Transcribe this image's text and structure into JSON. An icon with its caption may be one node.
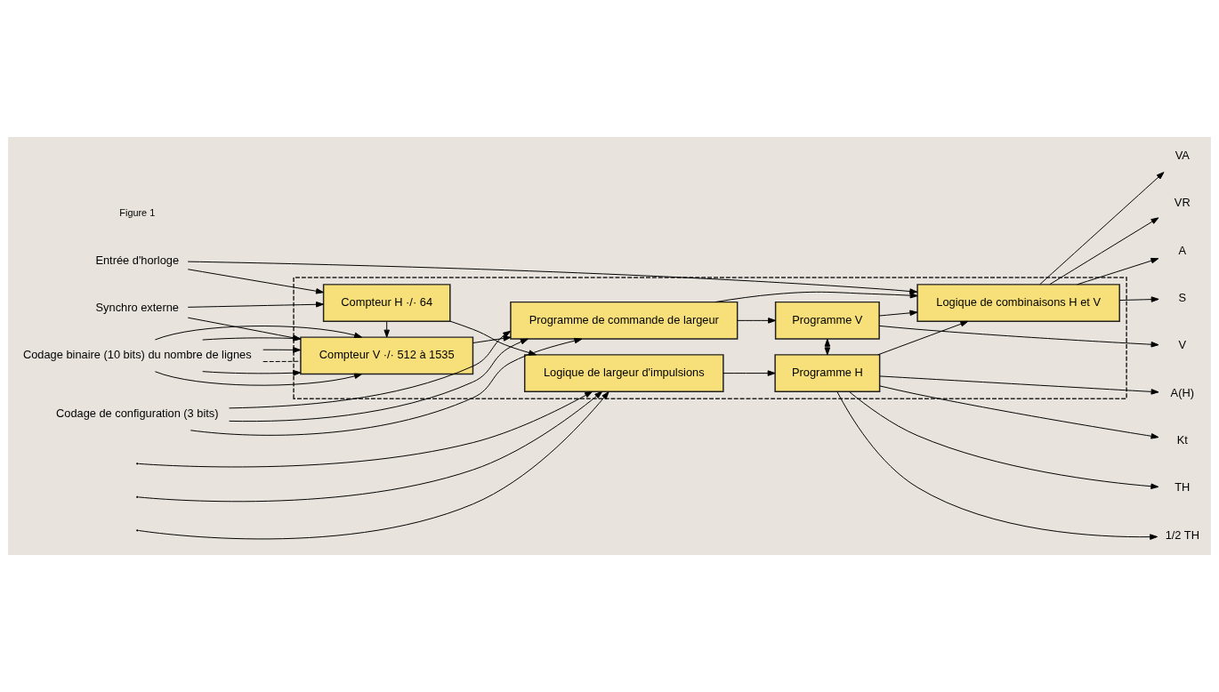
{
  "diagram": {
    "nodes": [
      {
        "text": [],
        "shape": "box"
      },
      {
        "text": [
          "Entrée d'horloge"
        ]
      },
      {
        "text": [
          "Synchro externe"
        ]
      },
      {
        "text": [
          "Compteur H ·/· 64"
        ],
        "in": 0
      },
      {
        "text": [
          "Logique de largeur d'impulsions"
        ],
        "in": 0
      },
      {
        "text": [
          "Programme H"
        ],
        "in": 0
      },
      {
        "text": [
          "Compteur V ·/· 512 à 1535"
        ],
        "in": 0
      },
      {
        "text": [
          "Programme de commande de largeur"
        ],
        "in": 0
      },
      {
        "text": [
          "Programme V"
        ],
        "in": 0
      },
      {
        "text": [
          "Logique de combinaisons H et V"
        ],
        "in": 0
      },
      {
        "text": [
          "Codage binaire (10 bits) du nombre de lignes"
        ]
      },
      {
        "text": [
          "Codage de configuration (3 bits)"
        ]
      },
      {
        "text": [
          "TH"
        ]
      },
      {
        "text": [
          "1/2 TH"
        ]
      },
      {
        "text": [
          "A(H)"
        ]
      },
      {
        "text": [
          "Kt"
        ]
      },
      {
        "text": [
          "A"
        ]
      },
      {
        "text": [
          "S"
        ]
      },
      {
        "text": [
          "VA"
        ]
      },
      {
        "text": [
          "VR"
        ]
      },
      {
        "text": [
          "V"
        ]
      }
    ],
    "edges": [
      {
        "from": 1,
        "to": 3,
        "arrow": "to"
      },
      {
        "from": 1,
        "to": 9,
        "arrow": "to"
      },
      {
        "from": 2,
        "to": 3,
        "arrow": "to"
      },
      {
        "from": 2,
        "to": 6,
        "arrow": "to"
      },
      {
        "from": 3,
        "to": 4,
        "arrow": "to"
      },
      {
        "from": 3,
        "to": 6,
        "arrow": "to"
      },
      {
        "from": 4,
        "to": 5,
        "arrow": "to"
      },
      {
        "from": null,
        "to": 4,
        "arrow": "to"
      },
      {
        "from": null,
        "to": 4,
        "arrow": "to"
      },
      {
        "from": null,
        "to": 4,
        "arrow": "to"
      },
      {
        "from": 10,
        "to": 6,
        "arrow": "to"
      },
      {
        "from": 10,
        "to": 6,
        "arrow": "to"
      },
      {
        "from": 10,
        "to": 6,
        "arrow": "none",
        "style": "dashed"
      },
      {
        "from": 10,
        "to": 6,
        "arrow": "to"
      },
      {
        "from": 10,
        "to": 6,
        "arrow": "to"
      },
      {
        "from": 10,
        "to": 6,
        "arrow": "to"
      },
      {
        "from": 11,
        "to": 7,
        "arrow": "to"
      },
      {
        "from": 11,
        "to": 7,
        "arrow": "to"
      },
      {
        "from": 11,
        "to": 7,
        "arrow": "to"
      },
      {
        "from": 6,
        "to": 7,
        "arrow": "to"
      },
      {
        "from": 7,
        "to": 8,
        "arrow": "to"
      },
      {
        "from": 7,
        "to": 9,
        "arrow": "to"
      },
      {
        "from": 5,
        "to": 8,
        "arrow": "both"
      },
      {
        "from": 5,
        "to": 9,
        "arrow": "to"
      },
      {
        "from": 8,
        "to": 9,
        "arrow": "to"
      },
      {
        "from": 5,
        "to": 12,
        "arrow": "to"
      },
      {
        "from": 5,
        "to": 13,
        "arrow": "to"
      },
      {
        "from": 5,
        "to": 14,
        "arrow": "to"
      },
      {
        "from": 5,
        "to": 15,
        "arrow": "to"
      },
      {
        "from": 9,
        "to": 16,
        "arrow": "to"
      },
      {
        "from": 9,
        "to": 17,
        "arrow": "to"
      },
      {
        "from": 9,
        "to": 18,
        "arrow": "to"
      },
      {
        "from": 9,
        "to": 19,
        "arrow": "to"
      },
      {
        "from": 8,
        "to": 20,
        "arrow": "to"
      }
    ],
    "labels": [
      "Figure 1"
    ]
  }
}
